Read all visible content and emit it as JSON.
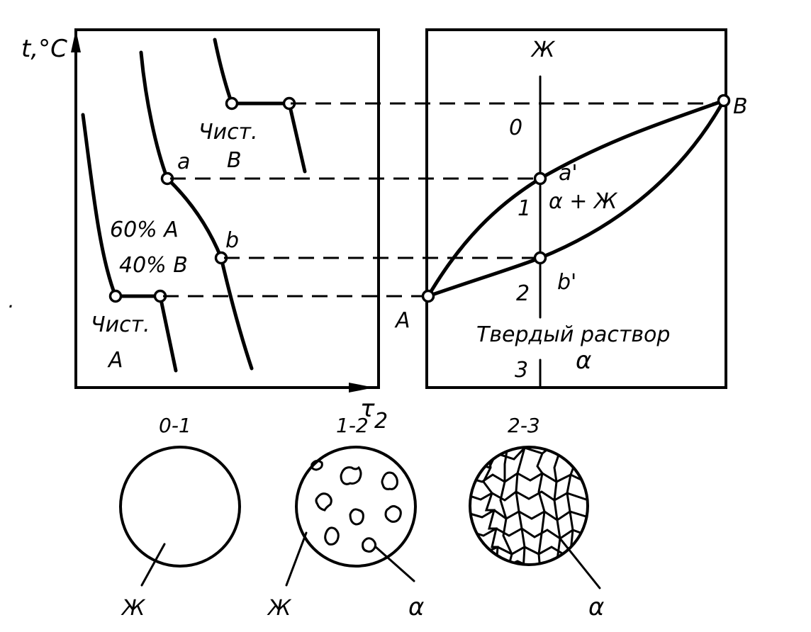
{
  "cooling_curves": {
    "y_axis_label": "t,°C",
    "x_axis_label": "τ",
    "pure_a_label_1": "Чист.",
    "pure_a_label_2": "A",
    "pure_b_label_1": "Чист.",
    "pure_b_label_2": "B",
    "alloy_label_1": "60% A",
    "alloy_label_2": "40% B",
    "point_a": "a",
    "point_b": "b"
  },
  "phase_diagram": {
    "liquid_label": "Ж",
    "point_a_prime": "a'",
    "point_b_prime": "b'",
    "two_phase_label": "α + Ж",
    "solid_solution_label": "Твердый раствор",
    "solid_alpha_label": "α",
    "end_a": "A",
    "end_b": "B",
    "level_0": "0",
    "level_1": "1",
    "level_2": "2",
    "level_3": "3"
  },
  "microstructures": [
    {
      "interval": "0-1",
      "labels": [
        "Ж"
      ]
    },
    {
      "interval": "1-2",
      "labels": [
        "Ж",
        "α"
      ]
    },
    {
      "interval": "2-3",
      "labels": [
        "α"
      ]
    }
  ]
}
